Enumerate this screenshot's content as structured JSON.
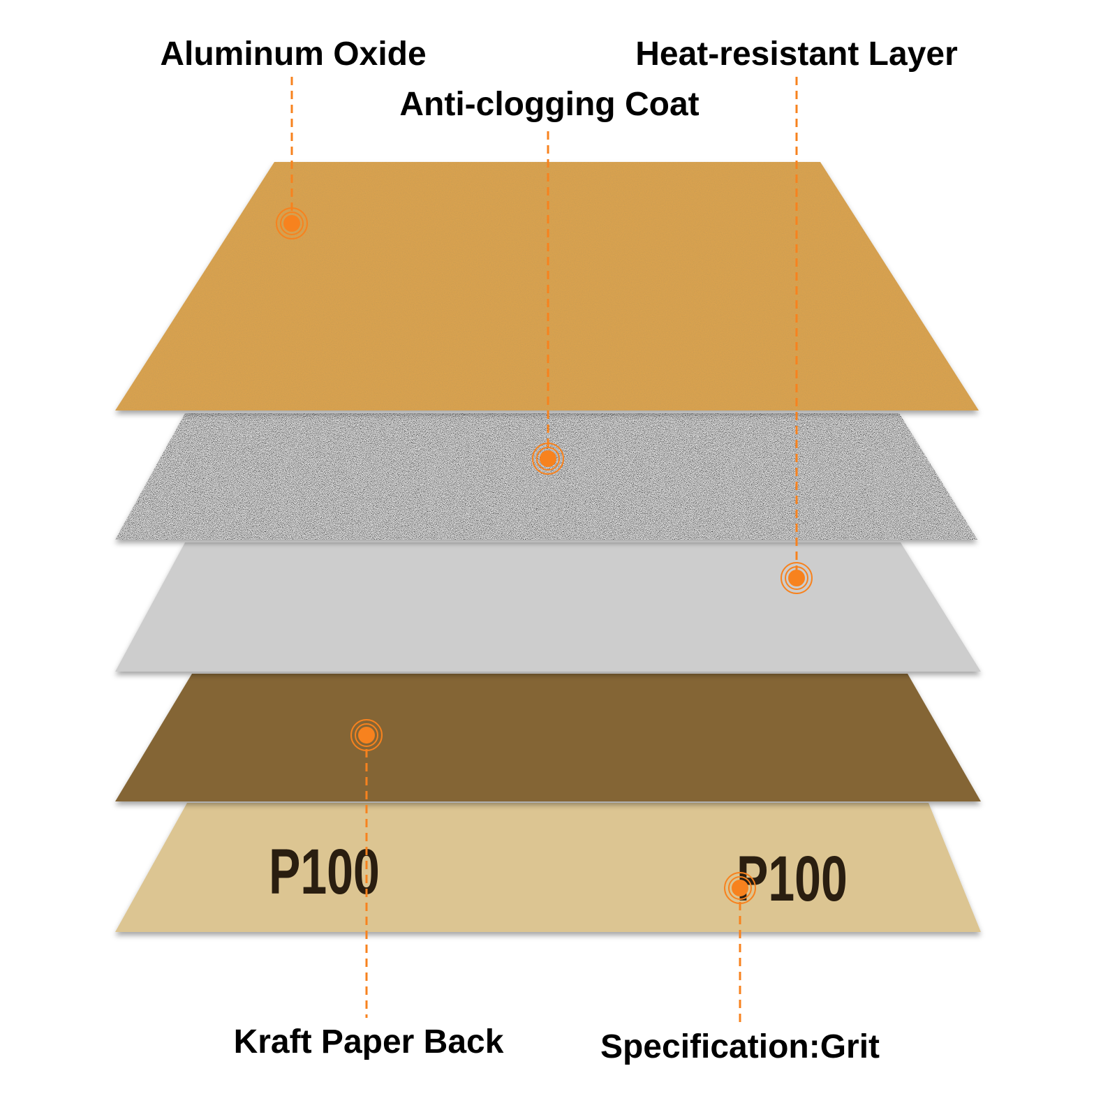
{
  "colors": {
    "accent": "#f7821e",
    "aluminum_oxide": "#d9a24f",
    "anti_clogging": "#8a8a8a",
    "heat_resistant": "#cdcdcd",
    "kraft_back": "#846534",
    "specification": "#dcc592",
    "grit_text": "#2a1e10"
  },
  "labels": {
    "aluminum_oxide": "Aluminum Oxide",
    "anti_clogging": "Anti-clogging Coat",
    "heat_resistant": "Heat-resistant Layer",
    "kraft_back": "Kraft Paper Back",
    "specification": "Specification:Grit"
  },
  "grit_marks": [
    "P100",
    "P100"
  ]
}
